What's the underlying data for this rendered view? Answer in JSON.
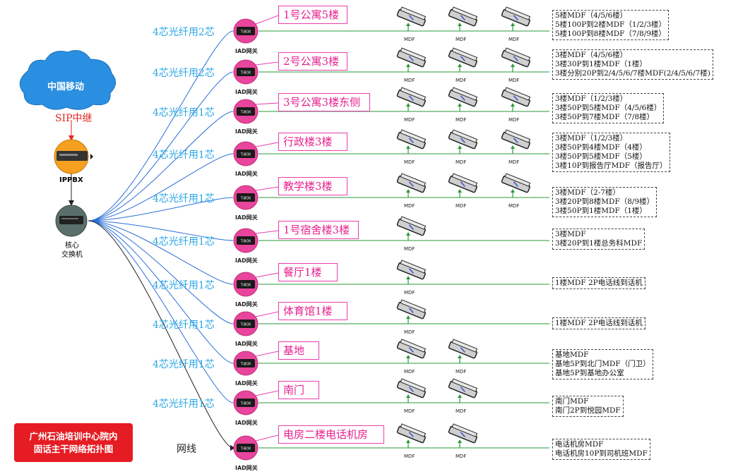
{
  "network": {
    "cloud_label": "中国移动",
    "sip_label": "SIP中继",
    "pbx_label": "IPPBX",
    "core_label_line1": "核心",
    "core_label_line2": "交换机",
    "iad_label": "IAD网关",
    "iad_badge": "T-BOX",
    "mdf_label": "MDF"
  },
  "colors": {
    "cloud": "#2a8fe0",
    "fiber_text": "#2aa7e6",
    "fiber_line": "#2a6fd8",
    "iad_circle": "#e8459c",
    "building_text": "#e8208e",
    "trunk_line": "#2a9a3a",
    "sip_text": "#e0281f",
    "title_bg": "#e51c23"
  },
  "rows": [
    {
      "link": "4芯光纤用2芯",
      "building": "1号公寓5楼",
      "mdf_count": 3,
      "notes": [
        "5楼MDF（4/5/6楼）",
        "5楼100P到2楼MDF（1/2/3楼）",
        "5楼100P到8楼MDF（7/8/9楼）"
      ]
    },
    {
      "link": "4芯光纤用2芯",
      "building": "2号公寓3楼",
      "mdf_count": 3,
      "notes": [
        "3楼MDF（4/5/6楼）",
        "3楼30P到1楼MDF（1楼）",
        "3楼分别20P到2/4/5/6/7楼MDF(2/4/5/6/7楼)"
      ]
    },
    {
      "link": "4芯光纤用1芯",
      "building": "3号公寓3楼东侧",
      "mdf_count": 3,
      "notes": [
        "3楼MDF（1/2/3楼）",
        "3楼50P到5楼MDF（4/5/6楼）",
        "3楼50P到7楼MDF（7/8楼）"
      ]
    },
    {
      "link": "4芯光纤用1芯",
      "building": "行政楼3楼",
      "mdf_count": 3,
      "notes": [
        "3楼MDF（1/2/3楼）",
        "3楼50P到4楼MDF（4楼）",
        "3楼50P到5楼MDF（5楼）",
        "3楼10P到报告厅MDF（报告厅）"
      ]
    },
    {
      "link": "4芯光纤用1芯",
      "building": "教学楼3楼",
      "mdf_count": 3,
      "notes": [
        "3楼MDF（2-7楼）",
        "3楼20P到8楼MDF（8/9楼）",
        "3楼50P到1楼MDF（1楼）"
      ]
    },
    {
      "link": "4芯光纤用1芯",
      "building": "1号宿舍楼3楼",
      "mdf_count": 1,
      "notes": [
        "3楼MDF",
        "3楼20P到1楼总务科MDF"
      ]
    },
    {
      "link": "4芯光纤用1芯",
      "building": "餐厅1楼",
      "mdf_count": 1,
      "notes": [
        "1楼MDF 2P电话线到话机"
      ]
    },
    {
      "link": "4芯光纤用1芯",
      "building": "体育馆1楼",
      "mdf_count": 1,
      "notes": [
        "1楼MDF 2P电话线到话机"
      ]
    },
    {
      "link": "4芯光纤用1芯",
      "building": "基地",
      "mdf_count": 2,
      "notes": [
        "基地MDF",
        "基地5P到北门MDF（门卫）",
        "基地5P到基地办公室"
      ]
    },
    {
      "link": "4芯光纤用1芯",
      "building": "南门",
      "mdf_count": 2,
      "notes": [
        "南门MDF",
        "南门2P到悦园MDF"
      ]
    },
    {
      "link": "网线",
      "building": "电房二楼电话机房",
      "mdf_count": 2,
      "notes": [
        "电话机房MDF",
        "电话机房10P到司机班MDF"
      ]
    }
  ],
  "title": {
    "line1": "广州石油培训中心院内",
    "line2": "固话主干网络拓扑图"
  }
}
